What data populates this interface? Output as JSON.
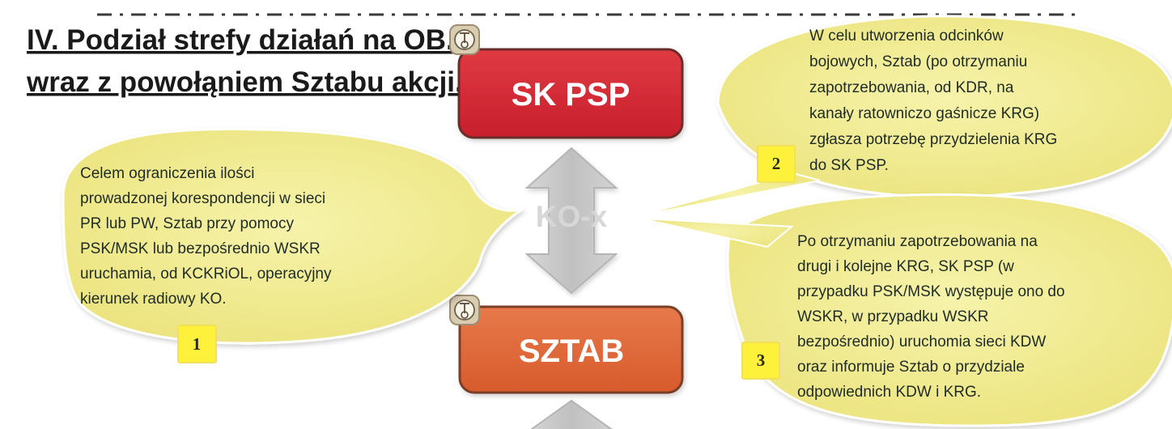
{
  "title": {
    "line1": "IV. Podział strefy działań na OB.",
    "line2": "wraz z powołąniem Sztabu akcji."
  },
  "nodes": {
    "top": {
      "label": "SK PSP",
      "color": "#d52a35",
      "icon": "radio-tower-icon"
    },
    "bottom": {
      "label": "SZTAB",
      "color": "#dd6433",
      "icon": "radio-tower-icon"
    }
  },
  "link": {
    "label": "KO-x"
  },
  "bubbles": {
    "left": {
      "lines": [
        "Celem ograniczenia ilości",
        "prowadzonej korespondencji w  sieci",
        "PR lub PW, Sztab przy pomocy",
        "PSK/MSK lub bezpośrednio  WSKR",
        "uruchamia, od KCKRiOL, operacyjny",
        "kierunek  radiowy KO."
      ],
      "badge": "1"
    },
    "top_right": {
      "lines": [
        "W celu utworzenia odcinków",
        "bojowych, Sztab (po otrzymaniu",
        "zapotrzebowania, od KDR,  na",
        "kanały ratowniczo gaśnicze KRG)",
        "zgłasza potrzebę przydzielenia KRG",
        "do SK PSP."
      ],
      "badge": "2"
    },
    "bottom_right": {
      "lines": [
        "Po otrzymaniu zapotrzebowania na",
        "drugi i kolejne KRG, SK PSP (w",
        "przypadku PSK/MSK występuje ono do",
        "WSKR, w przypadku WSKR",
        "bezpośrednio) uruchomia sieci KDW",
        "oraz informuje Sztab o przydziale",
        "odpowiednich KDW i KRG."
      ],
      "badge": "3"
    }
  },
  "colors": {
    "bubble_fill": "#f4ef94",
    "badge_fill": "#fef13b",
    "arrow_fill": "#c6c6c6",
    "separator": "#3b3b3b"
  }
}
